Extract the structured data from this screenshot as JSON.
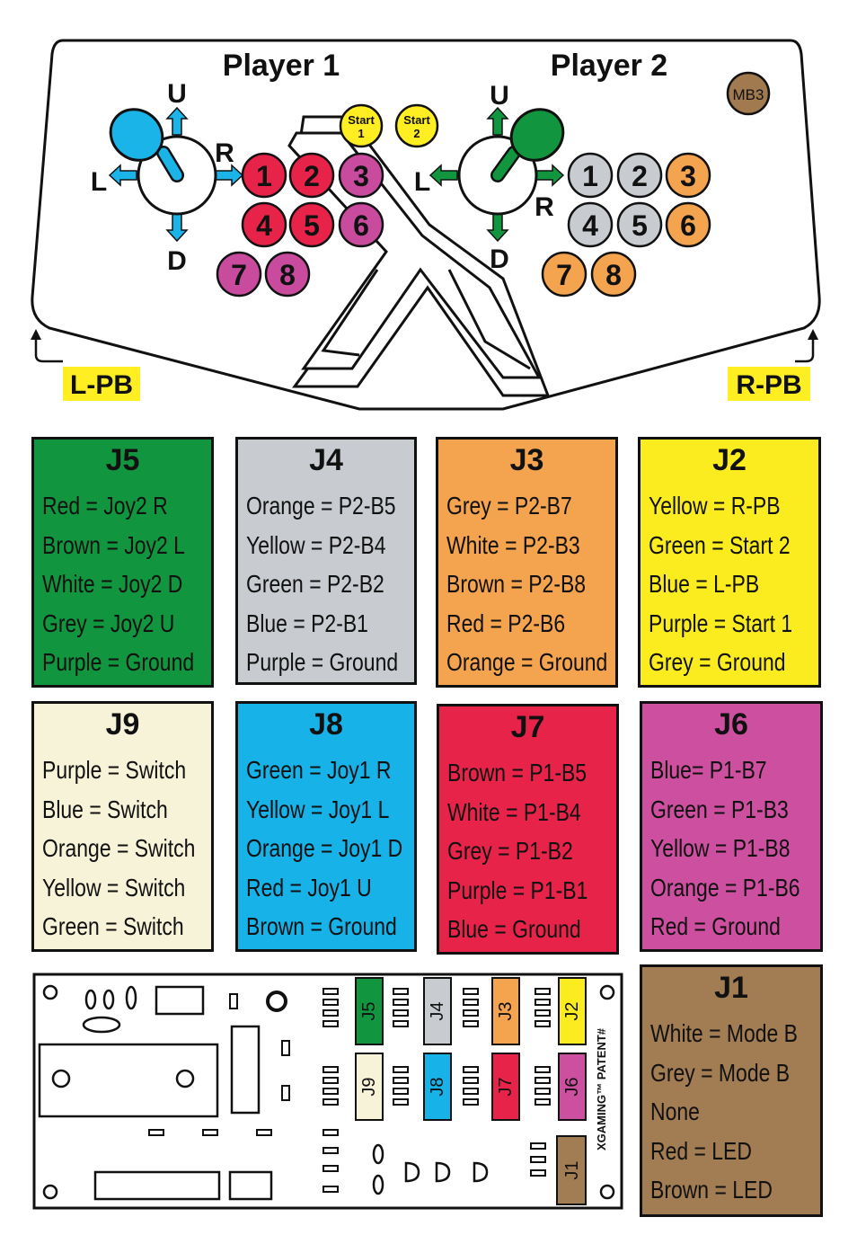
{
  "panel": {
    "player1_label": "Player 1",
    "player2_label": "Player 2",
    "mb3_label": "MB3",
    "start1": [
      "Start",
      "1"
    ],
    "start2": [
      "Start",
      "2"
    ],
    "p1_dirs": {
      "up": "U",
      "down": "D",
      "left": "L",
      "right": "R"
    },
    "p2_dirs": {
      "up": "U",
      "down": "D",
      "left": "L",
      "right": "R"
    },
    "p1_buttons": [
      {
        "label": "1",
        "color": "#e8234a"
      },
      {
        "label": "2",
        "color": "#e8234a"
      },
      {
        "label": "3",
        "color": "#c84b9e"
      },
      {
        "label": "4",
        "color": "#e8234a"
      },
      {
        "label": "5",
        "color": "#e8234a"
      },
      {
        "label": "6",
        "color": "#c84b9e"
      },
      {
        "label": "7",
        "color": "#c84b9e"
      },
      {
        "label": "8",
        "color": "#c84b9e"
      }
    ],
    "p2_buttons": [
      {
        "label": "1",
        "color": "#c8cbd0"
      },
      {
        "label": "2",
        "color": "#c8cbd0"
      },
      {
        "label": "3",
        "color": "#f4a34f"
      },
      {
        "label": "4",
        "color": "#c8cbd0"
      },
      {
        "label": "5",
        "color": "#c8cbd0"
      },
      {
        "label": "6",
        "color": "#f4a34f"
      },
      {
        "label": "7",
        "color": "#f4a34f"
      },
      {
        "label": "8",
        "color": "#f4a34f"
      }
    ],
    "lpb_label": "L-PB",
    "rpb_label": "R-PB",
    "colors": {
      "p1_stick": "#1bb4e8",
      "p2_stick": "#12953f",
      "start": "#ffee22",
      "mb3": "#a17a4f",
      "pb_highlight": "#ffee22"
    }
  },
  "connectors": [
    {
      "name": "J5",
      "color": "#12953f",
      "lines": [
        "Red = Joy2 R",
        "Brown = Joy2 L",
        "White = Joy2 D",
        "Grey = Joy2 U",
        "Purple = Ground"
      ]
    },
    {
      "name": "J4",
      "color": "#c8cbd0",
      "lines": [
        "Orange = P2-B5",
        "Yellow = P2-B4",
        "Green = P2-B2",
        "Blue = P2-B1",
        "Purple = Ground"
      ]
    },
    {
      "name": "J3",
      "color": "#f4a34f",
      "lines": [
        "Grey = P2-B7",
        "White = P2-B3",
        "Brown = P2-B8",
        "Red = P2-B6",
        "Orange = Ground"
      ]
    },
    {
      "name": "J2",
      "color": "#faec1e",
      "lines": [
        "Yellow = R-PB",
        "Green = Start 2",
        "Blue = L-PB",
        "Purple = Start 1",
        "Grey = Ground"
      ]
    },
    {
      "name": "J9",
      "color": "#f6f3d8",
      "lines": [
        "Purple = Switch",
        "Blue = Switch",
        "Orange = Switch",
        "Yellow = Switch",
        "Green = Switch"
      ]
    },
    {
      "name": "J8",
      "color": "#16b2e8",
      "lines": [
        "Green = Joy1 R",
        "Yellow = Joy1 L",
        "Orange = Joy1 D",
        "Red = Joy1 U",
        "Brown = Ground"
      ]
    },
    {
      "name": "J7",
      "color": "#e8234a",
      "lines": [
        "Brown = P1-B5",
        "White = P1-B4",
        "Grey = P1-B2",
        "Purple = P1-B1",
        "Blue = Ground"
      ]
    },
    {
      "name": "J6",
      "color": "#cd4f9f",
      "lines": [
        "Blue= P1-B7",
        "Green = P1-B3",
        "Yellow = P1-B8",
        "Orange = P1-B6",
        "Red = Ground"
      ]
    },
    {
      "name": "J1",
      "color": "#a27c53",
      "lines": [
        "White = Mode B",
        "Grey = Mode B",
        "None",
        "Red = LED",
        "Brown = LED"
      ]
    }
  ],
  "pcb": {
    "brand": "XGAMING™ PATENT#",
    "headers": [
      {
        "label": "J5",
        "color": "#12953f"
      },
      {
        "label": "J4",
        "color": "#c8cbd0"
      },
      {
        "label": "J3",
        "color": "#f4a34f"
      },
      {
        "label": "J2",
        "color": "#faec1e"
      },
      {
        "label": "J9",
        "color": "#f6f3d8"
      },
      {
        "label": "J8",
        "color": "#16b2e8"
      },
      {
        "label": "J7",
        "color": "#e8234a"
      },
      {
        "label": "J6",
        "color": "#cd4f9f"
      },
      {
        "label": "J1",
        "color": "#a27c53"
      }
    ]
  }
}
